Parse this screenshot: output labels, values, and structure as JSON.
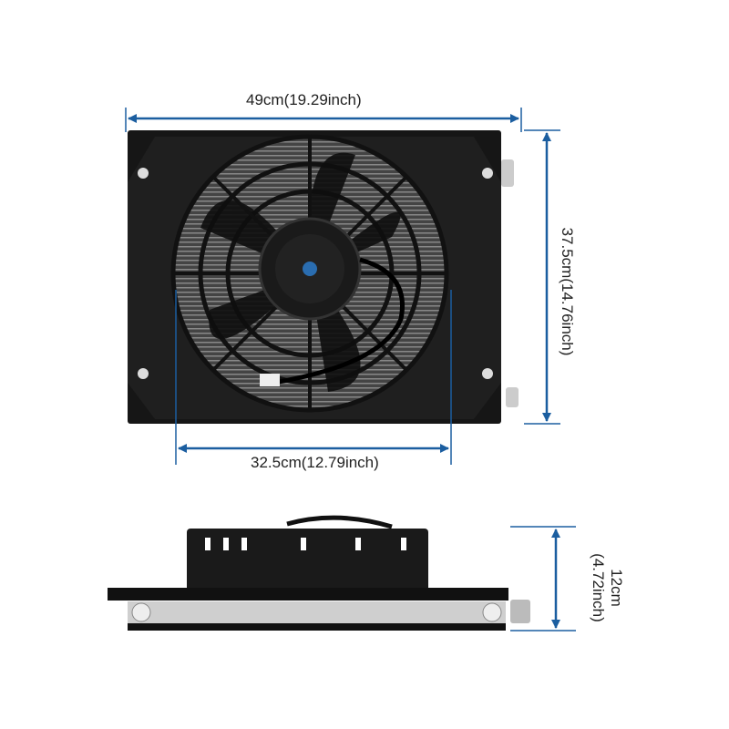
{
  "dimensions": {
    "width": "49cm(19.29inch)",
    "height": "37.5cm(14.76inch)",
    "fan_span": "32.5cm(12.79inch)",
    "depth_cm": "12cm",
    "depth_inch": "(4.72inch)"
  },
  "colors": {
    "dimension_line": "#1b5ea0",
    "unit_body": "#151515"
  }
}
